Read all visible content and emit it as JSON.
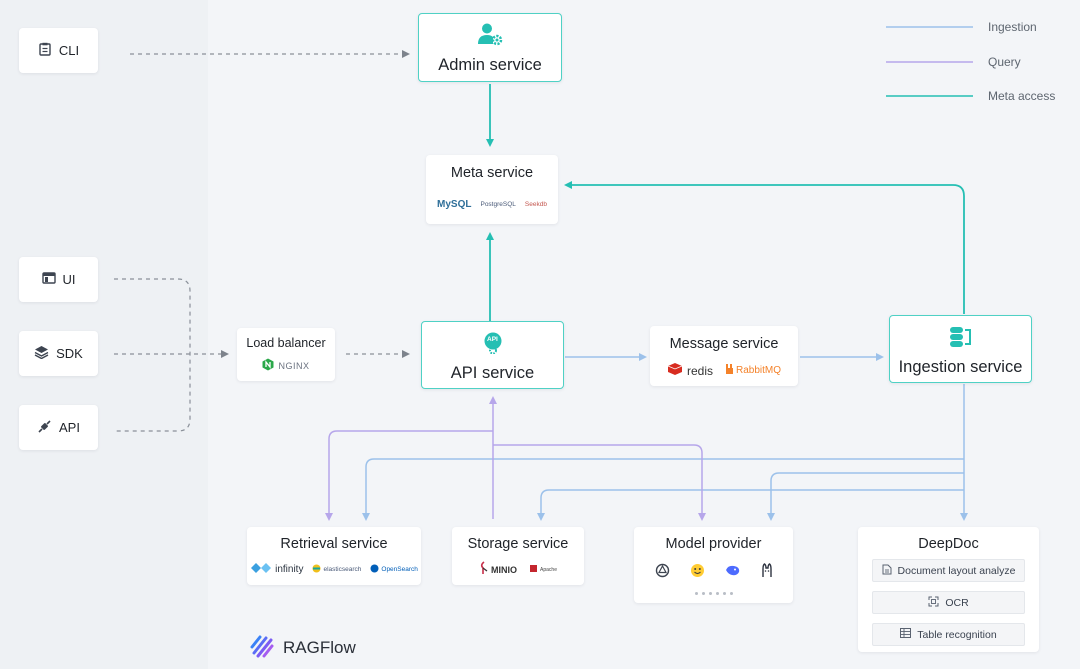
{
  "legend": [
    {
      "label": "Ingestion",
      "color": "#9cc1ea"
    },
    {
      "label": "Query",
      "color": "#b6a6ea"
    },
    {
      "label": "Meta access",
      "color": "#25bfb3"
    }
  ],
  "clients": {
    "cli": "CLI",
    "ui": "UI",
    "sdk": "SDK",
    "api": "API"
  },
  "admin_service": "Admin service",
  "meta_service": {
    "title": "Meta service",
    "logos": [
      "MySQL",
      "PostgreSQL",
      "Seekdb"
    ]
  },
  "load_balancer": {
    "title": "Load balancer",
    "logo": "NGINX"
  },
  "api_service": {
    "title": "API service",
    "icon_label": "API"
  },
  "message_service": {
    "title": "Message service",
    "logos": [
      "redis",
      "RabbitMQ"
    ]
  },
  "ingestion_service": "Ingestion service",
  "retrieval_service": {
    "title": "Retrieval service",
    "logos": [
      "infinity",
      "elasticsearch",
      "OpenSearch"
    ]
  },
  "storage_service": {
    "title": "Storage service",
    "logos": [
      "MINIO",
      "Apache"
    ]
  },
  "model_provider": {
    "title": "Model provider"
  },
  "deepdoc": {
    "title": "DeepDoc",
    "rows": [
      "Document layout analyze",
      "OCR",
      "Table recognition"
    ]
  },
  "brand": "RAGFlow",
  "colors": {
    "teal": "#25bfb3",
    "ingestion": "#9cc1ea",
    "query": "#b6a6ea",
    "dashed": "#8a9099"
  }
}
